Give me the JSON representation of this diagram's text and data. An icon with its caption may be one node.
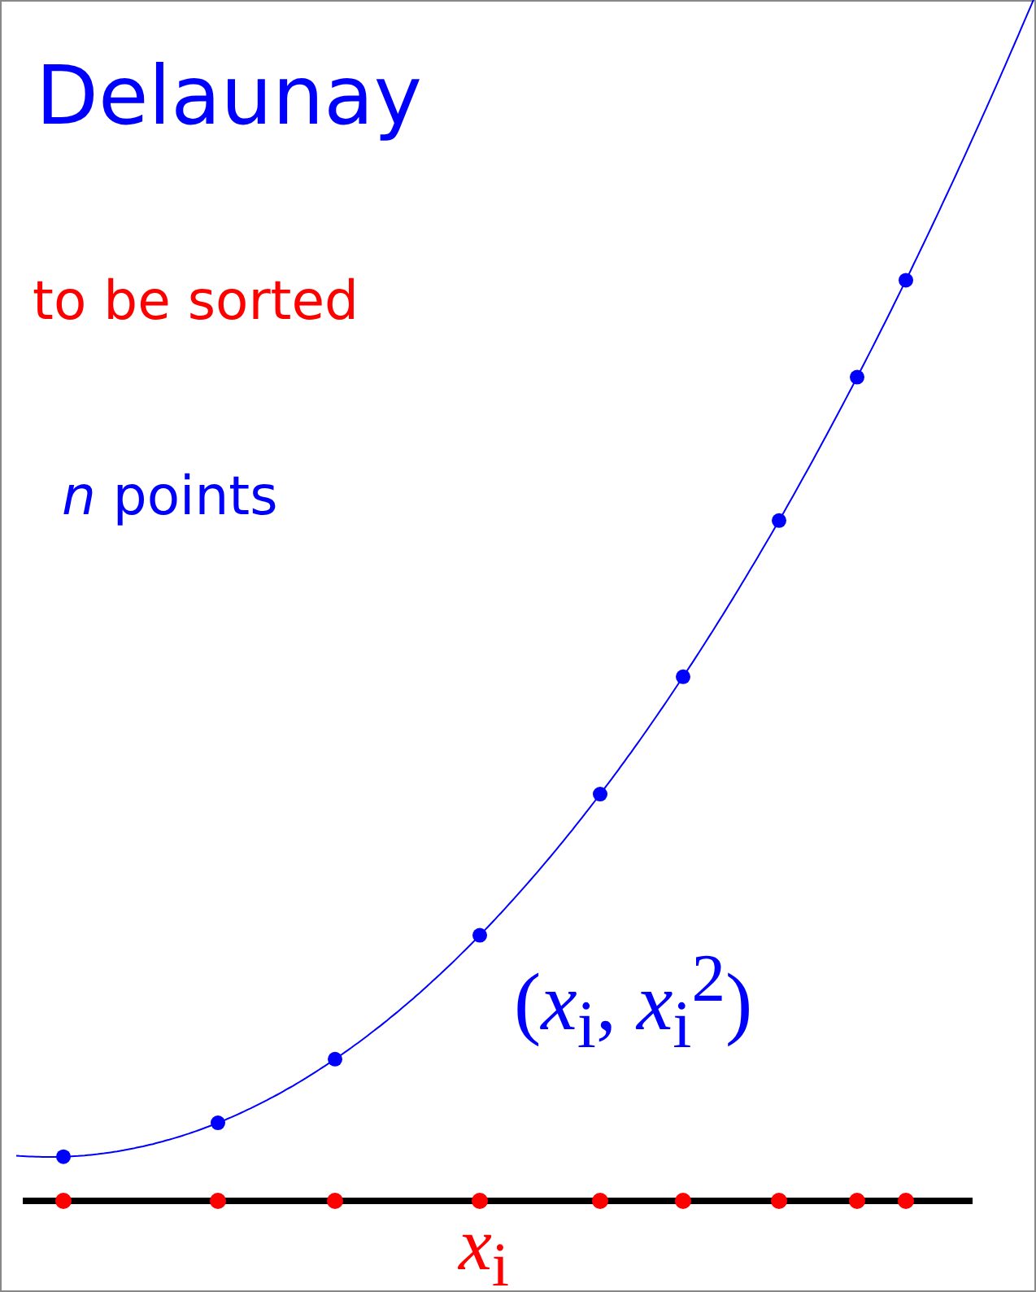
{
  "diagram": {
    "title": "Delaunay",
    "labels": [
      "to be sorted",
      "*n* points",
      "(*x*$_{i}$, *x*$_{i}$$^{2}$)",
      "*x*$_{i}$"
    ]
  }
}
